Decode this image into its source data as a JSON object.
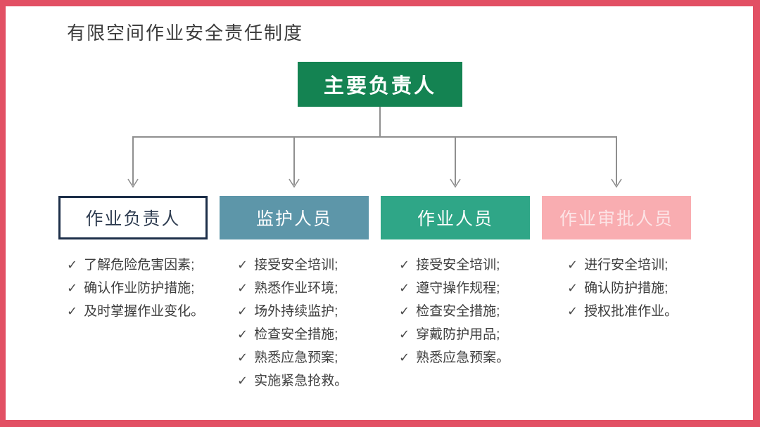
{
  "slide": {
    "title": "有限空间作业安全责任制度"
  },
  "org_chart": {
    "check_glyph": "✓",
    "root": {
      "label": "主要负责人"
    },
    "branches": [
      {
        "label": "作业负责人",
        "variant": "outline",
        "duties": [
          "了解危险危害因素;",
          "确认作业防护措施;",
          "及时掌握作业变化。"
        ]
      },
      {
        "label": "监护人员",
        "variant": "teal",
        "duties": [
          "接受安全培训;",
          "熟悉作业环境;",
          "场外持续监护;",
          "检查安全措施;",
          "熟悉应急预案;",
          "实施紧急抢救。"
        ]
      },
      {
        "label": "作业人员",
        "variant": "green",
        "duties": [
          "接受安全培训;",
          "遵守操作规程;",
          "检查安全措施;",
          "穿戴防护用品;",
          "熟悉应急预案。"
        ]
      },
      {
        "label": "作业审批人员",
        "variant": "pink",
        "duties": [
          "进行安全培训;",
          "确认防护措施;",
          "授权批准作业。"
        ]
      }
    ]
  },
  "colors": {
    "frame": "#e25064",
    "root_bg": "#148352",
    "teal": "#5d96a9",
    "green": "#2fa687",
    "pink": "#f9adb1",
    "pink_text": "#fce4e6",
    "outline_border": "#1d2f49",
    "outline_text": "#2e3c50",
    "connector": "#8f8f8f"
  }
}
